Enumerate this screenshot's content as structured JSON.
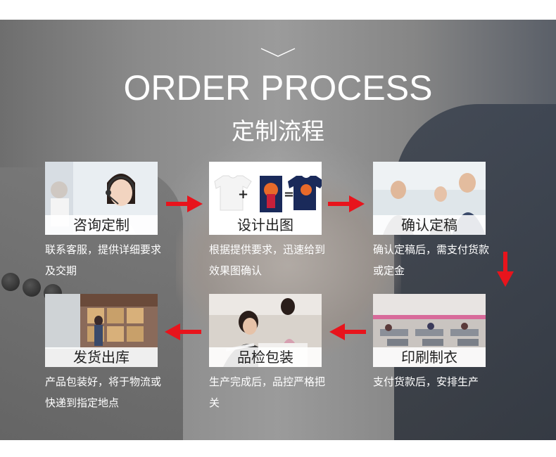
{
  "header": {
    "title_en": "ORDER PROCESS",
    "title_cn": "定制流程"
  },
  "steps": [
    {
      "label": "咨询定制",
      "desc": "联系客服，提供详细要求及交期",
      "icon": "customer-service-photo"
    },
    {
      "label": "设计出图",
      "desc": "根据提供要求，迅速给到效果图确认",
      "icon": "tshirt-design-photo"
    },
    {
      "label": "确认定稿",
      "desc": "确认定稿后，需支付货款或定金",
      "icon": "business-team-photo"
    },
    {
      "label": "印刷制衣",
      "desc": "支付货款后，安排生产",
      "icon": "factory-photo"
    },
    {
      "label": "品检包装",
      "desc": "生产完成后，品控严格把关",
      "icon": "quality-check-photo"
    },
    {
      "label": "发货出库",
      "desc": "产品包装好，将于物流或快递到指定地点",
      "icon": "warehouse-photo"
    }
  ],
  "design_symbols": {
    "plus": "+",
    "equals": "="
  },
  "colors": {
    "arrow": "#e8141c",
    "text": "#ffffff",
    "label": "#222222"
  }
}
